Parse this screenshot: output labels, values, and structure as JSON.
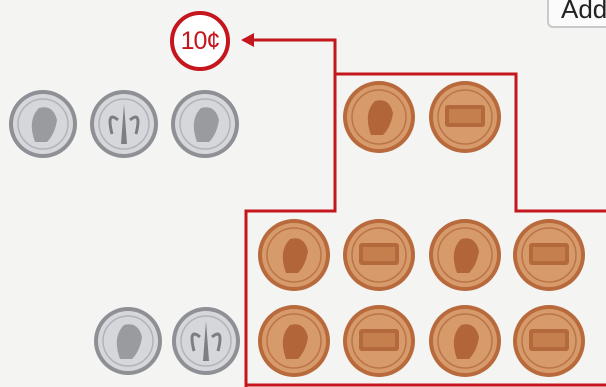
{
  "toolbar": {
    "button_label": "Add"
  },
  "callout": {
    "value_label": "10¢"
  },
  "colors": {
    "highlight": "#c4161c",
    "penny_rim": "#b86a3c",
    "penny_face": "#d79b6b",
    "dime_rim": "#8e9095",
    "dime_face": "#d5d7db"
  },
  "coins": {
    "top_row": [
      {
        "type": "dime",
        "side": "heads"
      },
      {
        "type": "dime",
        "side": "tails"
      },
      {
        "type": "dime",
        "side": "heads"
      },
      {
        "type": "penny",
        "side": "heads"
      },
      {
        "type": "penny",
        "side": "tails"
      }
    ],
    "middle_row": [
      {
        "type": "penny",
        "side": "heads"
      },
      {
        "type": "penny",
        "side": "tails"
      },
      {
        "type": "penny",
        "side": "heads"
      },
      {
        "type": "penny",
        "side": "tails"
      }
    ],
    "bottom_row": [
      {
        "type": "dime",
        "side": "heads"
      },
      {
        "type": "dime",
        "side": "tails"
      },
      {
        "type": "penny",
        "side": "heads"
      },
      {
        "type": "penny",
        "side": "tails"
      },
      {
        "type": "penny",
        "side": "heads"
      },
      {
        "type": "penny",
        "side": "tails"
      }
    ]
  }
}
